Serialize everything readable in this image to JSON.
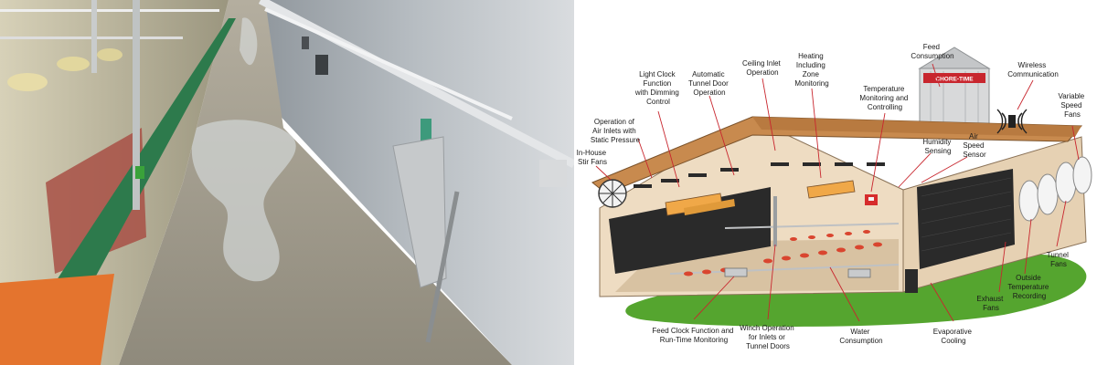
{
  "diagram": {
    "silo_brand": "CHORE-TIME",
    "labels": {
      "feed_consumption": [
        "Feed",
        "Consumption"
      ],
      "wireless_communication": [
        "Wireless",
        "Communication"
      ],
      "variable_speed_fans": [
        "Variable",
        "Speed",
        "Fans"
      ],
      "light_clock": [
        "Light Clock",
        "Function",
        "with Dimming",
        "Control"
      ],
      "tunnel_door": [
        "Automatic",
        "Tunnel Door",
        "Operation"
      ],
      "ceiling_inlet": [
        "Ceiling Inlet",
        "Operation"
      ],
      "heating_zone": [
        "Heating",
        "Including",
        "Zone",
        "Monitoring"
      ],
      "temperature_monitoring": [
        "Temperature",
        "Monitoring and",
        "Controlling"
      ],
      "air_inlets_static": [
        "Operation of",
        "Air Inlets with",
        "Static Pressure"
      ],
      "humidity_sensing": [
        "Humidity",
        "Sensing"
      ],
      "air_speed_sensor": [
        "Air",
        "Speed",
        "Sensor"
      ],
      "in_house_stir_fans": [
        "In-House",
        "Stir Fans"
      ],
      "tunnel_fans": [
        "Tunnel",
        "Fans"
      ],
      "outside_temperature": [
        "Outside",
        "Temperature",
        "Recording"
      ],
      "exhaust_fans": [
        "Exhaust",
        "Fans"
      ],
      "feed_clock": [
        "Feed Clock Function and",
        "Run-Time Monitoring"
      ],
      "winch_operation": [
        "Winch Operation",
        "for Inlets or",
        "Tunnel Doors"
      ],
      "water_consumption": [
        "Water",
        "Consumption"
      ],
      "evaporative_cooling": [
        "Evaporative",
        "Cooling"
      ]
    }
  },
  "colors": {
    "roof": "#c88a4e",
    "wall": "#eedcc2",
    "floor": "#d8c2a2",
    "grass": "#55a52f",
    "silo_badge": "#c8262e",
    "dark_panel": "#2a2a2a"
  }
}
